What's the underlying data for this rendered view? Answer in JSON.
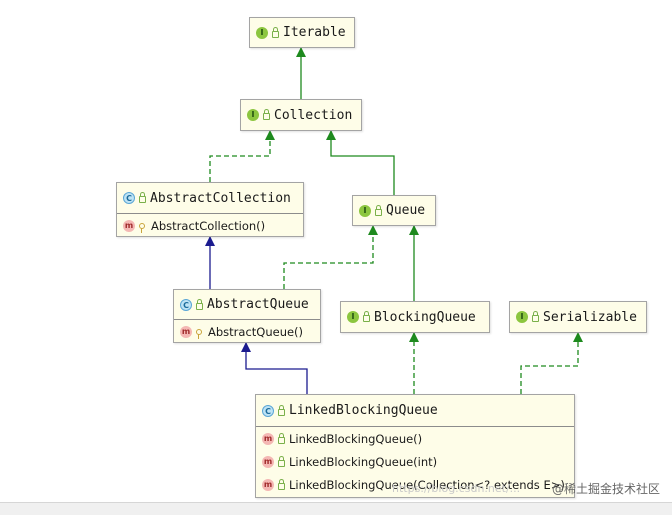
{
  "diagram": {
    "nodes": {
      "iterable": {
        "kind": "I",
        "name": "Iterable",
        "members": []
      },
      "collection": {
        "kind": "I",
        "name": "Collection",
        "members": []
      },
      "abstract_collection": {
        "kind": "C",
        "name": "AbstractCollection",
        "members": [
          {
            "kind": "m",
            "name": "AbstractCollection()"
          }
        ]
      },
      "queue": {
        "kind": "I",
        "name": "Queue",
        "members": []
      },
      "abstract_queue": {
        "kind": "C",
        "name": "AbstractQueue",
        "members": [
          {
            "kind": "m",
            "name": "AbstractQueue()"
          }
        ]
      },
      "blocking_queue": {
        "kind": "I",
        "name": "BlockingQueue",
        "members": []
      },
      "serializable": {
        "kind": "I",
        "name": "Serializable",
        "members": []
      },
      "linked_blocking_queue": {
        "kind": "C",
        "name": "LinkedBlockingQueue",
        "members": [
          {
            "kind": "m",
            "name": "LinkedBlockingQueue()"
          },
          {
            "kind": "m",
            "name": "LinkedBlockingQueue(int)"
          },
          {
            "kind": "m",
            "name": "LinkedBlockingQueue(Collection<? extends E>)"
          }
        ]
      }
    },
    "edges": [
      {
        "from": "collection",
        "to": "iterable",
        "type": "extends"
      },
      {
        "from": "abstract_collection",
        "to": "collection",
        "type": "implements"
      },
      {
        "from": "queue",
        "to": "collection",
        "type": "extends"
      },
      {
        "from": "abstract_queue",
        "to": "abstract_collection",
        "type": "class-extends"
      },
      {
        "from": "abstract_queue",
        "to": "queue",
        "type": "implements"
      },
      {
        "from": "blocking_queue",
        "to": "queue",
        "type": "extends"
      },
      {
        "from": "linked_blocking_queue",
        "to": "abstract_queue",
        "type": "class-extends"
      },
      {
        "from": "linked_blocking_queue",
        "to": "blocking_queue",
        "type": "implements"
      },
      {
        "from": "linked_blocking_queue",
        "to": "serializable",
        "type": "implements"
      }
    ],
    "colors": {
      "interface_arrow": "#1e8a1e",
      "class_arrow": "#1b1b8f",
      "node_fill": "#fefde8"
    }
  },
  "watermark": {
    "text": "@稀土掘金技术社区",
    "faint_text": "https://blog.csdn.net/..."
  }
}
